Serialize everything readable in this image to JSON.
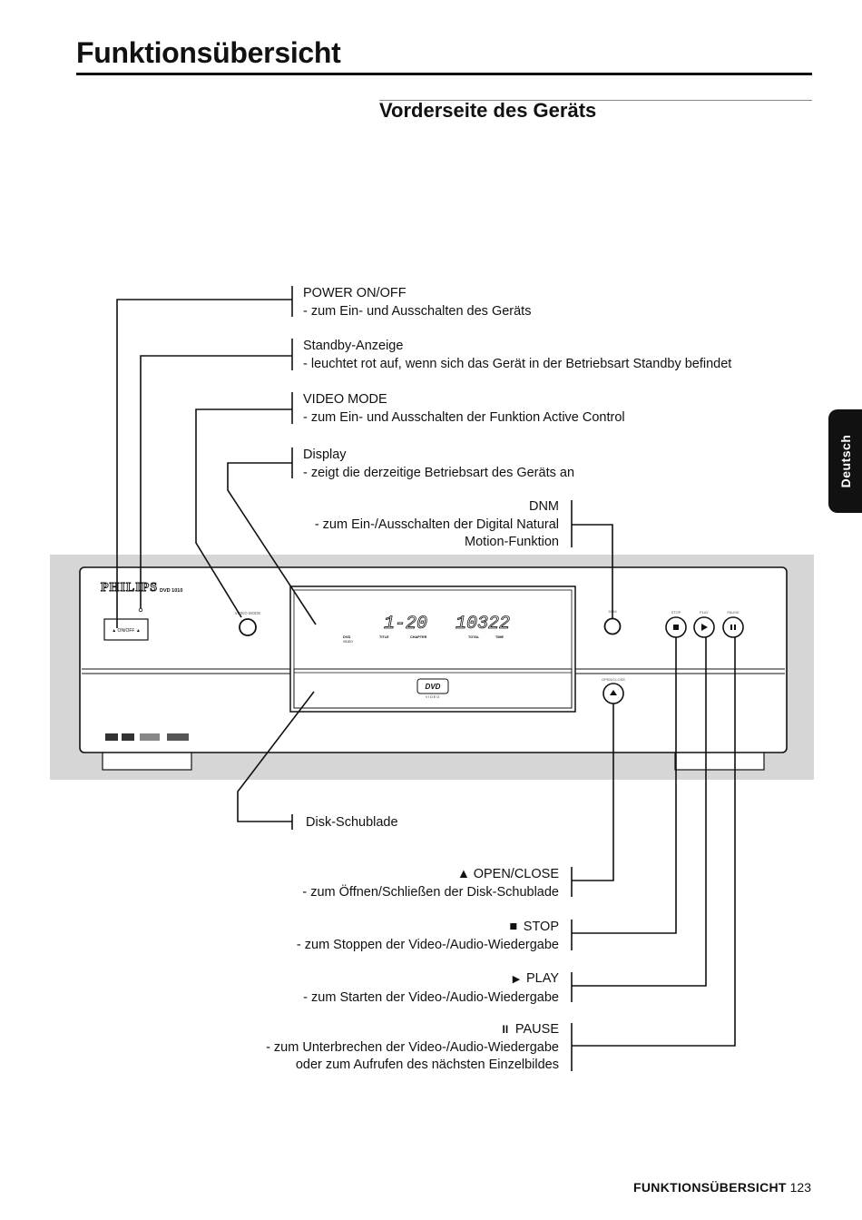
{
  "page": {
    "title": "Funktionsübersicht",
    "subtitle": "Vorderseite des Geräts",
    "side_tab": "Deutsch",
    "footer_section": "FUNKTIONSÜBERSICHT",
    "footer_page": "123"
  },
  "callouts": {
    "power": {
      "title": "POWER ON/OFF",
      "desc": "- zum Ein- und Ausschalten des Geräts"
    },
    "standby": {
      "title": "Standby-Anzeige",
      "desc": "- leuchtet rot auf, wenn sich das Gerät in der Betriebsart Standby befindet"
    },
    "video_mode": {
      "title": "VIDEO MODE",
      "desc": "- zum Ein- und Ausschalten der Funktion Active Control"
    },
    "display": {
      "title": "Display",
      "desc": "- zeigt die derzeitige Betriebsart des Geräts an"
    },
    "dnm": {
      "title": "DNM",
      "desc1": "- zum Ein-/Ausschalten der Digital Natural",
      "desc2": "Motion-Funktion"
    },
    "tray": {
      "title": "Disk-Schublade"
    },
    "open_close": {
      "symbol": "▲",
      "title": "OPEN/CLOSE",
      "desc": "- zum Öffnen/Schließen der Disk-Schublade"
    },
    "stop": {
      "symbol": "■",
      "title": "STOP",
      "desc": "- zum Stoppen der Video-/Audio-Wiedergabe"
    },
    "play": {
      "symbol": "▶",
      "title": "PLAY",
      "desc": "- zum Starten der Video-/Audio-Wiedergabe"
    },
    "pause": {
      "symbol": "II",
      "title": "PAUSE",
      "desc1": "- zum Unterbrechen der Video-/Audio-Wiedergabe",
      "desc2": "oder zum Aufrufen des nächsten Einzelbildes"
    }
  },
  "device": {
    "brand": "PHILIPS",
    "model": "DVD 1010",
    "power_button": "▲ ON/OFF ▲",
    "video_mode_label": "VIDEO MODE",
    "dnm_label": "DNM",
    "stop_label": "STOP",
    "play_label": "PLAY",
    "pause_label": "PAUSE",
    "open_close_label": "OPEN/CLOSE",
    "display_digits_left": "1-20",
    "display_digits_right": "10322",
    "display_dvd": "DVD",
    "display_video": "VIDEO",
    "display_title": "TITLE",
    "display_chapter": "CHAPTER",
    "display_total": "TOTAL",
    "display_time": "TIME",
    "dvd_logo": "DVD",
    "dvd_logo_sub": "VIDEO"
  },
  "colors": {
    "ink": "#111111",
    "band": "#d6d6d6",
    "tab": "#111111"
  }
}
